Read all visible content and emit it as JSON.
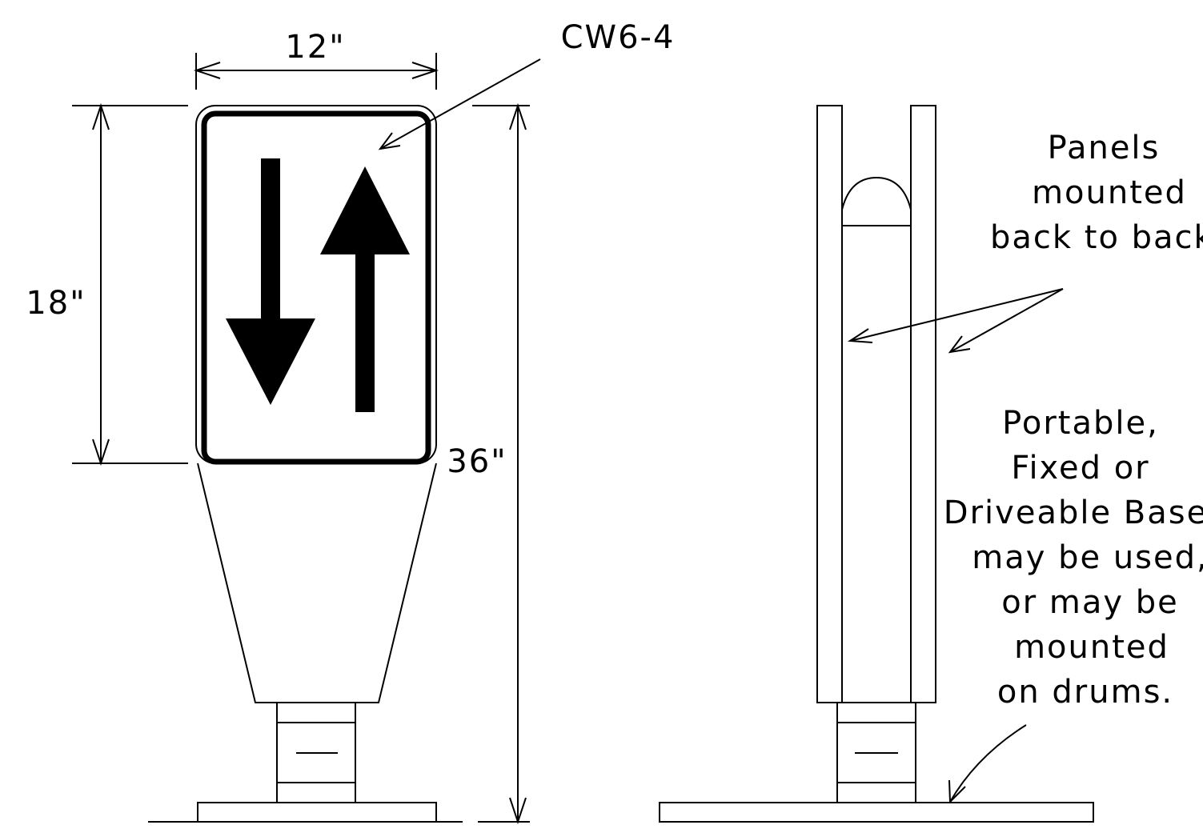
{
  "front_view": {
    "dim_width": "12\"",
    "dim_sign_height": "18\"",
    "dim_total_height": "36\"",
    "sign_code": "CW6-4"
  },
  "side_view": {
    "note_panels": [
      "Panels",
      "mounted",
      "back to back"
    ],
    "note_base": [
      "Portable,",
      "Fixed or",
      "Driveable Base",
      "may be used,",
      "or may be",
      "mounted",
      "on drums."
    ]
  }
}
